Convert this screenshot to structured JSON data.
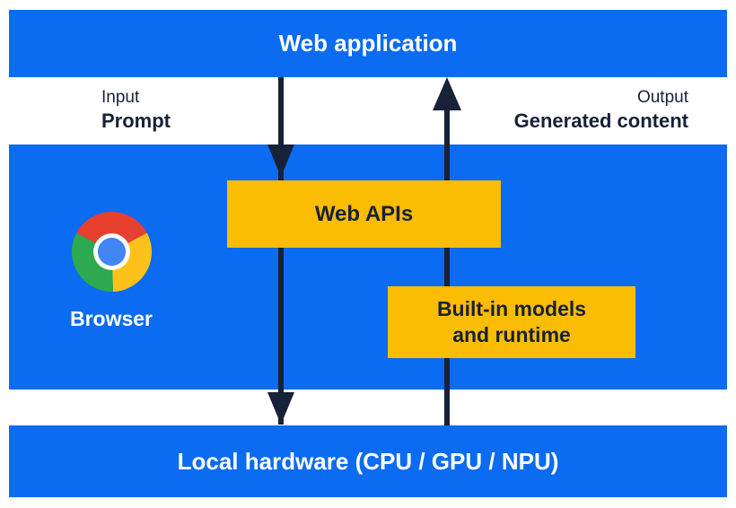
{
  "diagram": {
    "web_application_bar": {
      "label": "Web application"
    },
    "io": {
      "input": {
        "label": "Input",
        "value": "Prompt"
      },
      "output": {
        "label": "Output",
        "value": "Generated content"
      }
    },
    "browser": {
      "label": "Browser",
      "icon": "chrome-logo"
    },
    "web_apis_box": {
      "label": "Web APIs"
    },
    "built_in_box": {
      "line1": "Built-in models",
      "line2": "and runtime"
    },
    "hardware_bar": {
      "label": "Local hardware (CPU / GPU / NPU)"
    },
    "flows": [
      {
        "id": "prompt-flow",
        "direction": "down",
        "from": "Web application",
        "through": "Web APIs",
        "to": "Local hardware (CPU / GPU / NPU)"
      },
      {
        "id": "generated-content-flow",
        "direction": "up",
        "from": "Local hardware (CPU / GPU / NPU)",
        "through": "Built-in models and runtime",
        "to": "Web application"
      }
    ],
    "colors": {
      "blue": "#0b6bf1",
      "yellow": "#fbbc04",
      "ink": "#172138",
      "white": "#ffffff",
      "chrome_red": "#e8402f",
      "chrome_green": "#2da94f",
      "chrome_yellow": "#fcc21b",
      "chrome_blue": "#4285f4"
    }
  }
}
